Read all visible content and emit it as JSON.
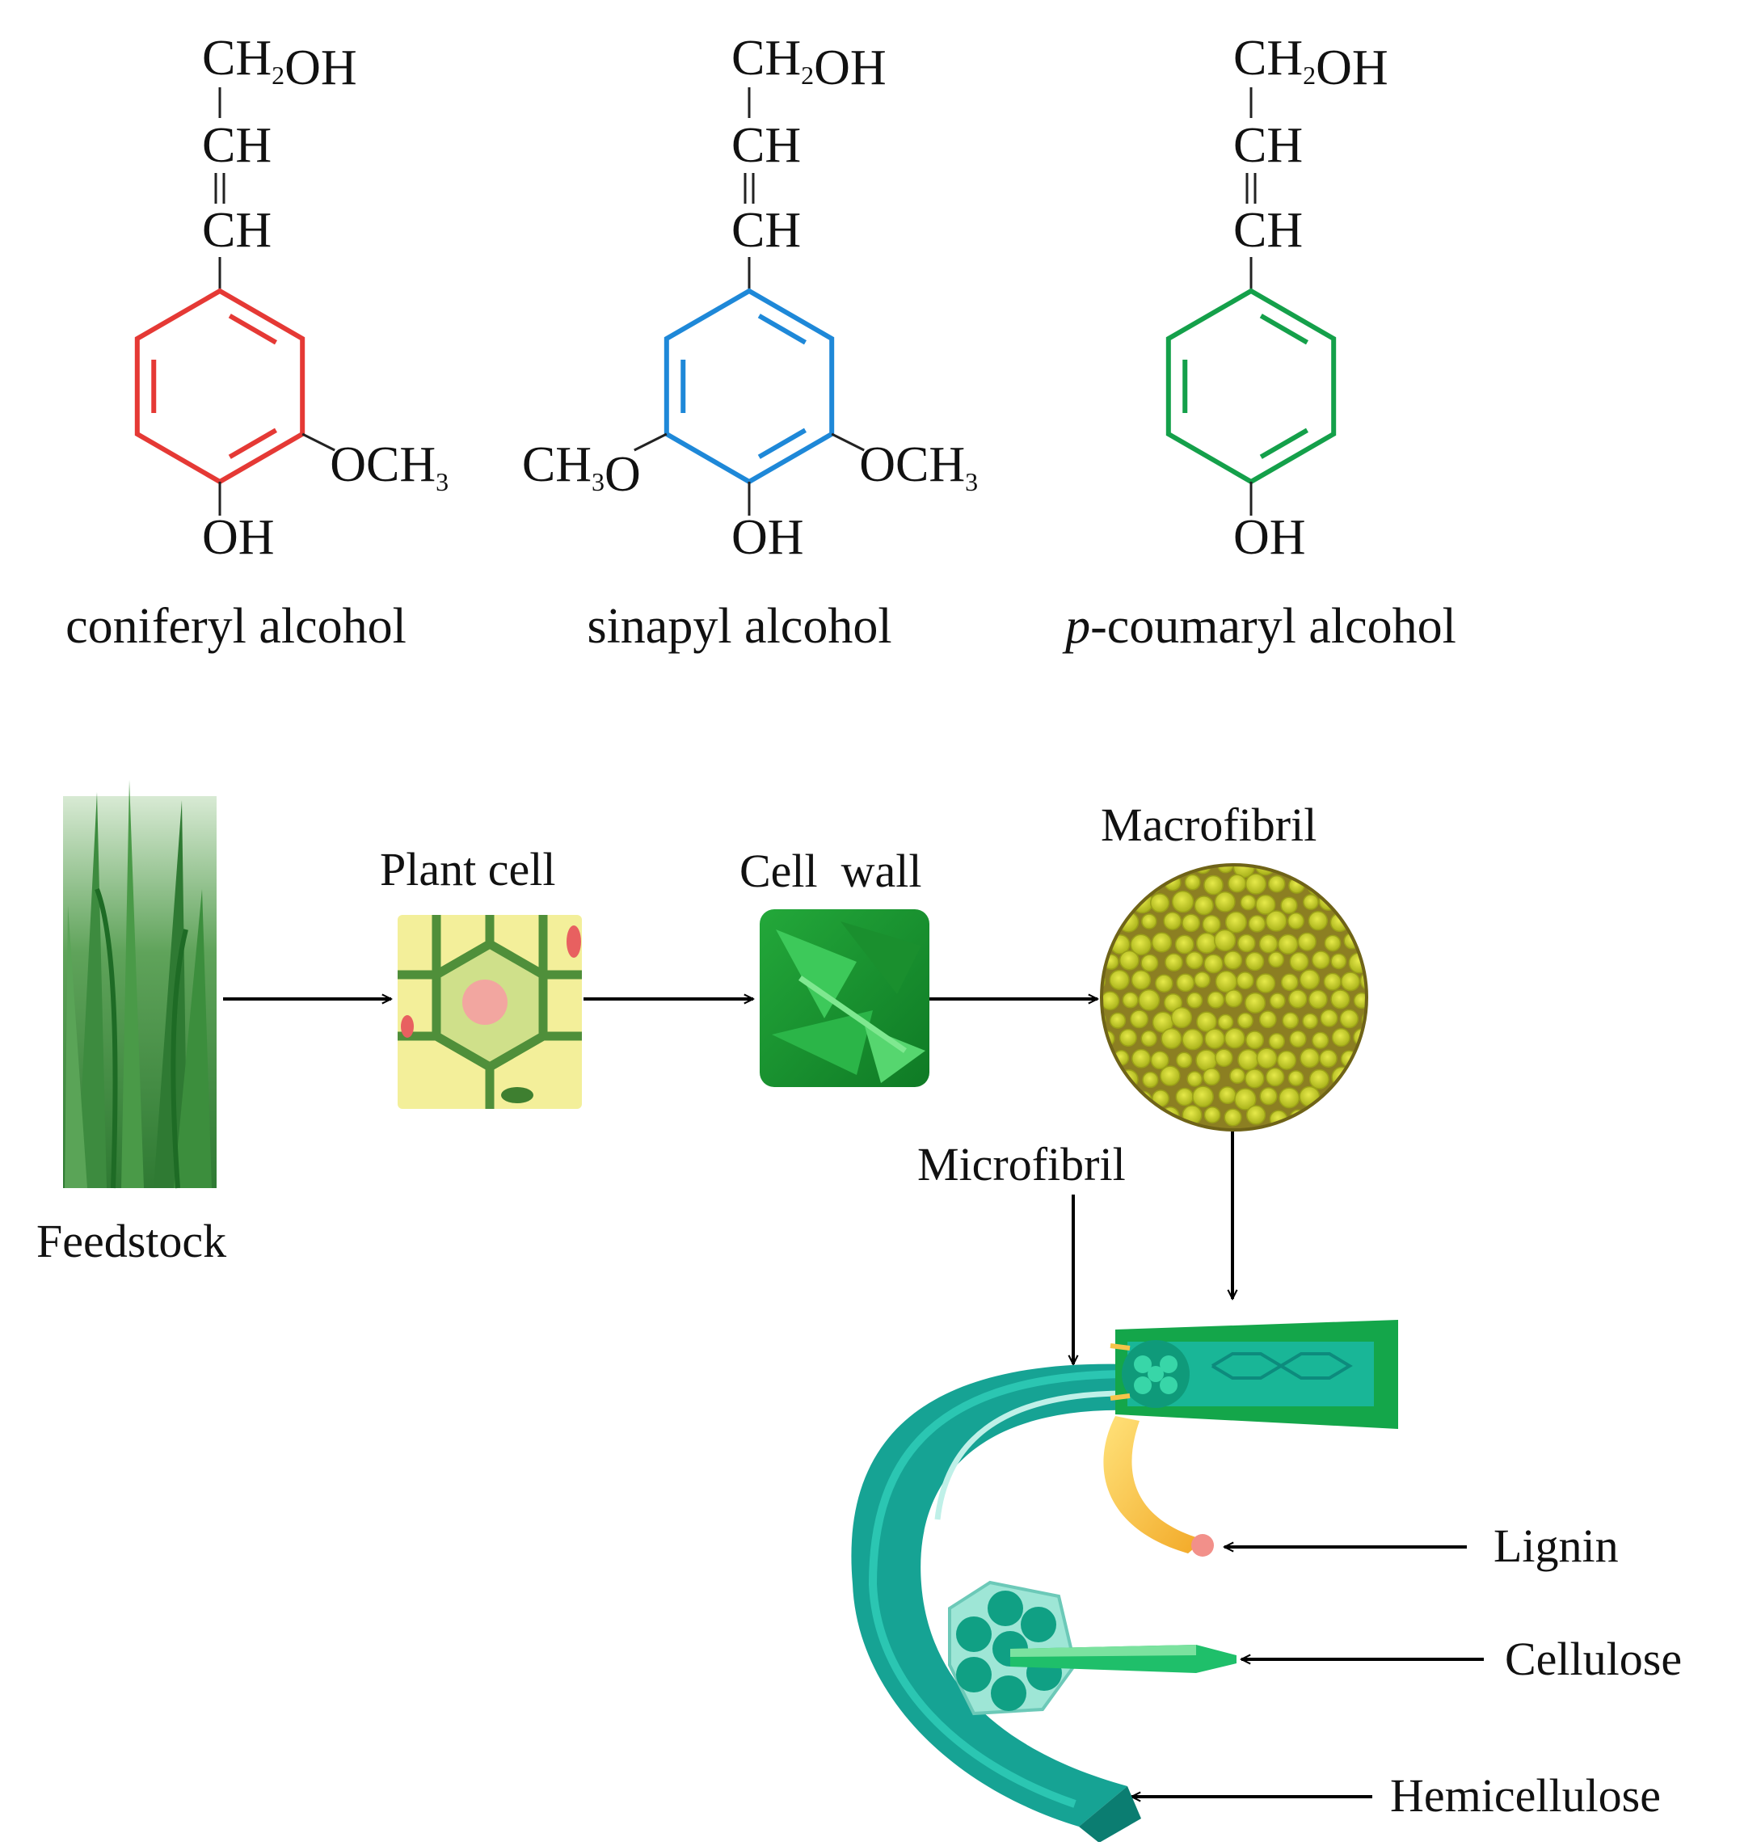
{
  "colors": {
    "coniferyl_ring": "#e53935",
    "sinapyl_ring": "#1e88d8",
    "coumaryl_ring": "#14a04a",
    "bond": "#222222",
    "arrow": "#000000",
    "teal": "#17a89a",
    "teal_dark": "#0e8a7e",
    "lignin": "#f5b133",
    "macrofibril_fill": "#c7cc1e",
    "macrofibril_bg": "#8a7a1a"
  },
  "molecules": [
    {
      "name": "coniferyl alcohol",
      "name_prefix": "",
      "chain_top": "CH2OH",
      "chain_mid": "CH",
      "chain_low": "CH",
      "oh": "OH",
      "subst_right": "OCH3",
      "subst_left": ""
    },
    {
      "name": "sinapyl alcohol",
      "name_prefix": "",
      "chain_top": "CH2OH",
      "chain_mid": "CH",
      "chain_low": "CH",
      "oh": "OH",
      "subst_right": "OCH3",
      "subst_left": "CH3O"
    },
    {
      "name": "-coumaryl alcohol",
      "name_prefix": "p",
      "chain_top": "CH2OH",
      "chain_mid": "CH",
      "chain_low": "CH",
      "oh": "OH",
      "subst_right": "",
      "subst_left": ""
    }
  ],
  "diagram": {
    "feedstock": "Feedstock",
    "plant_cell": "Plant cell",
    "cell_wall": "Cell  wall",
    "macrofibril": "Macrofibril",
    "microfibril": "Microfibril",
    "lignin": "Lignin",
    "cellulose": "Cellulose",
    "hemicellulose": "Hemicellulose"
  }
}
